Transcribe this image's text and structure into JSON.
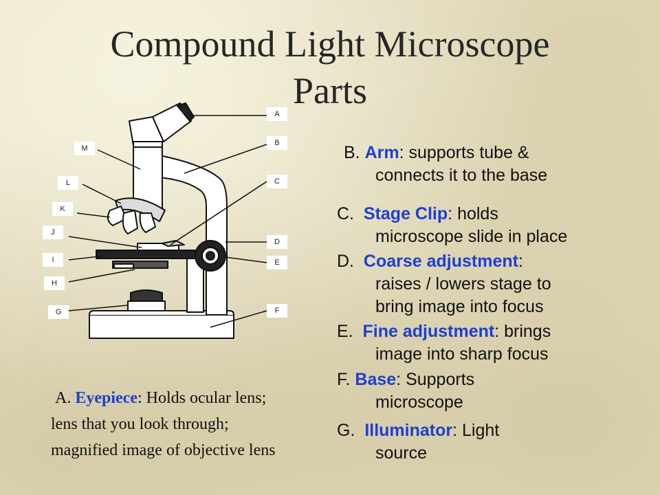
{
  "slide": {
    "title_line1": "Compound Light Microscope",
    "title_line2": "Parts"
  },
  "labels": [
    "A",
    "B",
    "C",
    "D",
    "E",
    "F",
    "G",
    "H",
    "I",
    "J",
    "K",
    "L",
    "M"
  ],
  "definitions": {
    "A": {
      "letter": "A.",
      "term": "Eyepiece",
      "sep": ":",
      "text": "Holds ocular lens; lens that you look through; magnified image of objective lens"
    },
    "B": {
      "letter": "B.",
      "term": "Arm",
      "sep": ":",
      "line1": "supports tube &",
      "line2": "connects it to the base"
    },
    "C": {
      "letter": "C.",
      "term": "Stage Clip",
      "sep": ":",
      "line1": "holds",
      "line2": "microscope slide in place"
    },
    "D": {
      "letter": "D.",
      "term": "Coarse adjustment",
      "sep": ":",
      "line1": "",
      "line2": "raises / lowers stage to",
      "line3": "bring image into focus"
    },
    "E": {
      "letter": "E.",
      "term": "Fine adjustment",
      "sep": ":",
      "line1": "brings",
      "line2": "image into sharp focus"
    },
    "F": {
      "letter": "F.",
      "term": "Base",
      "sep": ":",
      "line1": "Supports",
      "line2": "microscope"
    },
    "G": {
      "letter": "G.",
      "term": "Illuminator",
      "sep": ":",
      "line1": "Light",
      "line2": "source"
    }
  },
  "colors": {
    "term": "#1e3fd0",
    "background": "#e9e2c4"
  }
}
